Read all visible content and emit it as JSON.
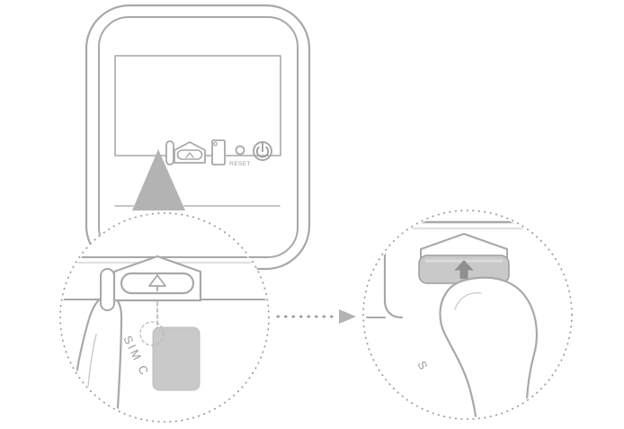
{
  "figure": {
    "device": {
      "reset_label": "RESET"
    },
    "callout_left": {
      "sim_label": "SIM C"
    },
    "callout_right": {
      "sim_label": "S"
    },
    "icons": {
      "power": "power-icon",
      "eject_cover": "eject-arrow-icon",
      "card_up_arrow": "up-arrow-icon",
      "flow_arrowhead": "flow-arrowhead-icon",
      "zoom_pointer": "zoom-pointer-triangle"
    },
    "colors": {
      "stroke": "#a8a8a8",
      "stroke_light": "#c9c9c9",
      "card_fill": "#c9c9c9",
      "pointer_fill": "#b3b3b3",
      "glyph_fill": "#8f8f8f",
      "background": "#ffffff"
    }
  }
}
